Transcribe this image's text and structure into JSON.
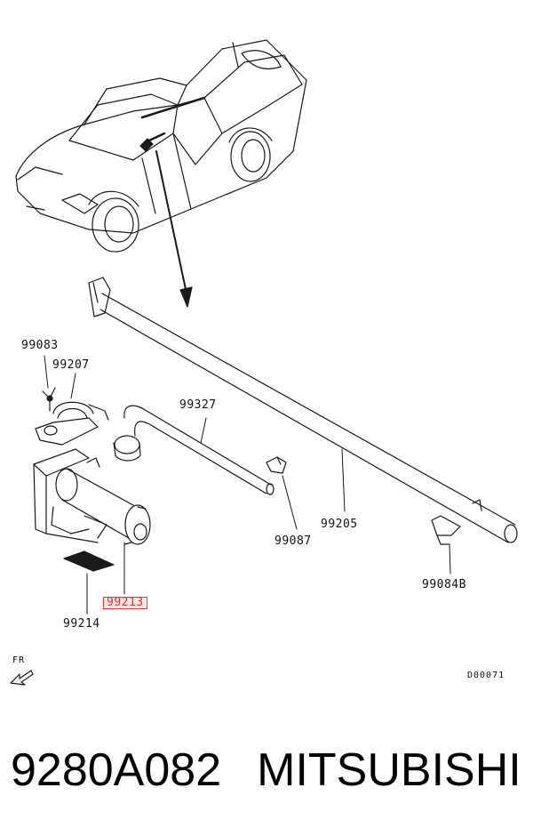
{
  "callouts": {
    "p99083": "99083",
    "p99207": "99207",
    "p99327": "99327",
    "p99205": "99205",
    "p99087": "99087",
    "p99084b": "99084B",
    "p99213": "99213",
    "p99214": "99214"
  },
  "orientation_label": "FR",
  "drawing_code": "D00071",
  "footer": {
    "part_number": "9280A082",
    "brand": "MITSUBISHI"
  },
  "colors": {
    "line": "#1a1a1a",
    "highlight": "#e23b3b"
  }
}
